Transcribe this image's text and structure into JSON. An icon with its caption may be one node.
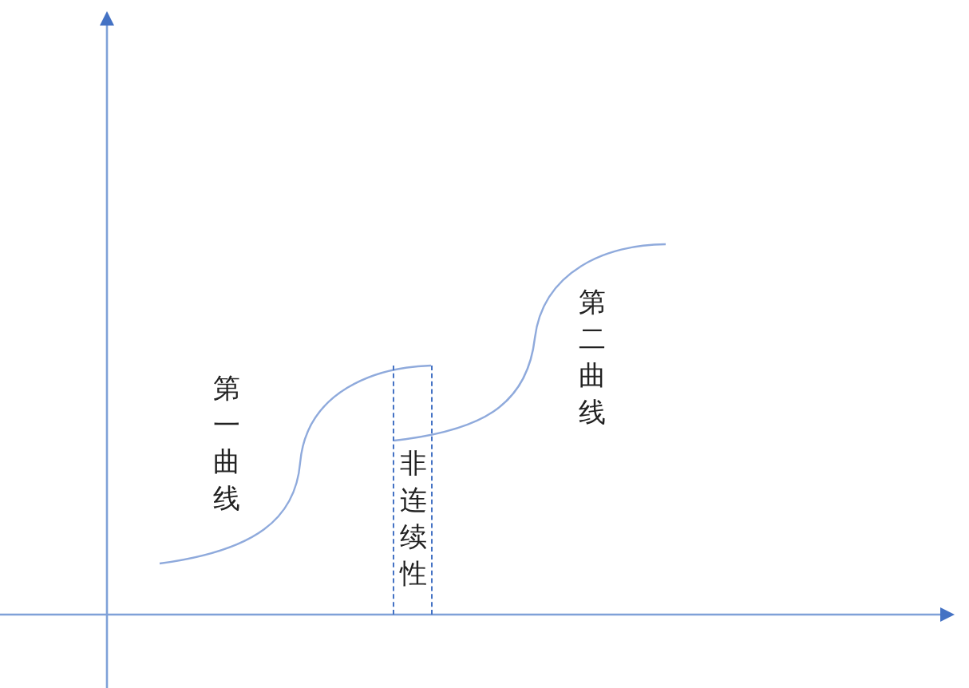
{
  "diagram": {
    "nodes": [
      {
        "text": [
          "非连续性"
        ]
      }
    ],
    "labels": [
      "第一曲线",
      "第二曲线"
    ]
  }
}
